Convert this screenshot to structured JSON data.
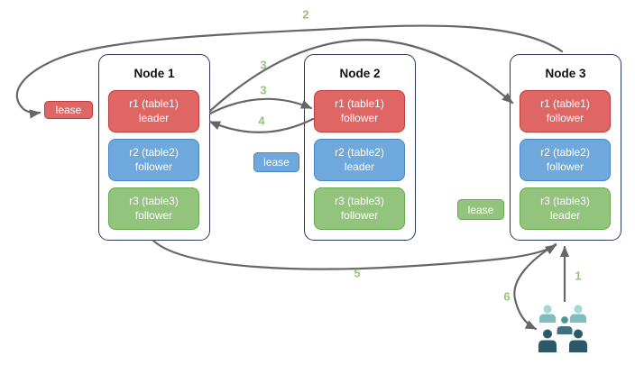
{
  "diagram": {
    "nodes": [
      {
        "title": "Node 1",
        "replicas": [
          {
            "name": "r1 (table1)",
            "role": "leader",
            "color": "red"
          },
          {
            "name": "r2 (table2)",
            "role": "follower",
            "color": "blue"
          },
          {
            "name": "r3 (table3)",
            "role": "follower",
            "color": "green"
          }
        ]
      },
      {
        "title": "Node 2",
        "replicas": [
          {
            "name": "r1 (table1)",
            "role": "follower",
            "color": "red"
          },
          {
            "name": "r2 (table2)",
            "role": "leader",
            "color": "blue"
          },
          {
            "name": "r3 (table3)",
            "role": "follower",
            "color": "green"
          }
        ]
      },
      {
        "title": "Node 3",
        "replicas": [
          {
            "name": "r1 (table1)",
            "role": "follower",
            "color": "red"
          },
          {
            "name": "r2 (table2)",
            "role": "follower",
            "color": "blue"
          },
          {
            "name": "r3 (table3)",
            "role": "leader",
            "color": "green"
          }
        ]
      }
    ],
    "leases": [
      {
        "label": "lease",
        "color": "red"
      },
      {
        "label": "lease",
        "color": "blue"
      },
      {
        "label": "lease",
        "color": "green"
      }
    ],
    "steps": {
      "s1": "1",
      "s2": "2",
      "s3a": "3",
      "s3b": "3",
      "s4": "4",
      "s5": "5",
      "s6": "6"
    },
    "icons": {
      "clients": "users-group-icon"
    },
    "colors": {
      "red_fill": "#e06666",
      "red_border": "#bb3e3e",
      "blue_fill": "#6fa8dc",
      "blue_border": "#4a86c6",
      "green_fill": "#93c47d",
      "green_border": "#6aa84f",
      "node_border": "#28395c",
      "arrow": "#666666",
      "step_label": "#93c47d",
      "users_light": "#a6d8d6",
      "users_medium": "#7ebfbc",
      "users_mid_dark": "#4e969e",
      "users_dark": "#2b5968"
    }
  }
}
